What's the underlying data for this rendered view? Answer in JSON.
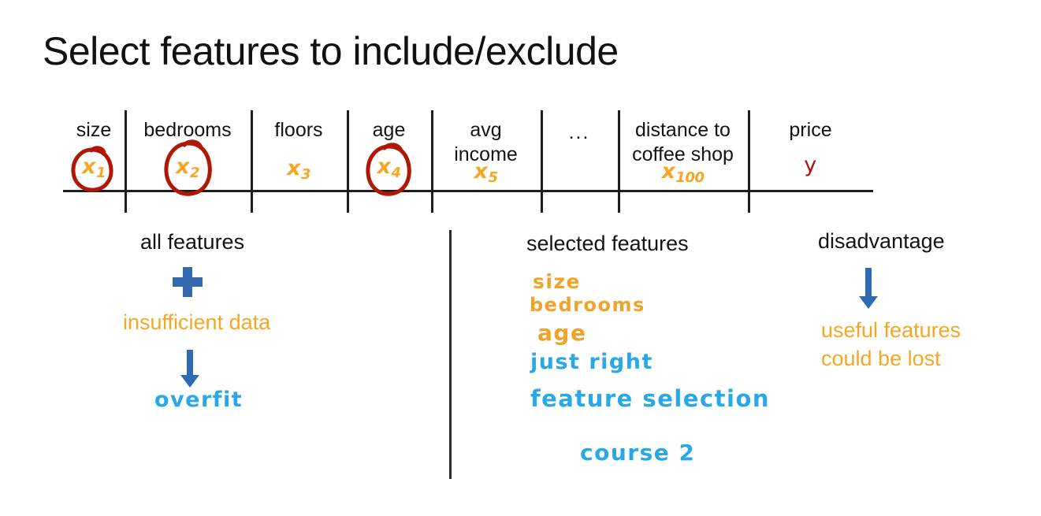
{
  "slide": {
    "title": "Select features to include/exclude"
  },
  "feature_table": {
    "columns": [
      {
        "label": "size",
        "variable": "x",
        "subscript": "1",
        "circled": true,
        "is_target": false
      },
      {
        "label": "bedrooms",
        "variable": "x",
        "subscript": "2",
        "circled": true,
        "is_target": false
      },
      {
        "label": "floors",
        "variable": "x",
        "subscript": "3",
        "circled": false,
        "is_target": false
      },
      {
        "label": "age",
        "variable": "x",
        "subscript": "4",
        "circled": true,
        "is_target": false
      },
      {
        "label": "avg income",
        "variable": "x",
        "subscript": "5",
        "circled": false,
        "is_target": false
      },
      {
        "label": "...",
        "variable": "",
        "subscript": "",
        "circled": false,
        "is_target": false
      },
      {
        "label": "distance to coffee shop",
        "variable": "x",
        "subscript": "100",
        "circled": false,
        "is_target": false
      },
      {
        "label": "price",
        "variable": "y",
        "subscript": "",
        "circled": false,
        "is_target": true
      }
    ]
  },
  "left_block": {
    "heading": "all features",
    "operator_icon": "plus-icon",
    "consequence": "insufficient data",
    "arrow_icon": "arrow-down-icon",
    "result": "overfit"
  },
  "middle_block": {
    "heading": "selected features",
    "features": [
      "size",
      "bedrooms",
      "age"
    ],
    "verdict": "just right",
    "topic": "feature selection",
    "reference": "course 2"
  },
  "right_block": {
    "heading": "disadvantage",
    "arrow_icon": "arrow-down-icon",
    "consequence_line1": "useful features",
    "consequence_line2": "could be lost"
  },
  "colors": {
    "orange": "#F5A623",
    "hand_orange": "#F0A22A",
    "hand_blue": "#29A8E8",
    "arrow_blue": "#2E6BB0",
    "plus_blue": "#3269AF",
    "target_red": "#A81507",
    "circle_red": "#B01705",
    "ink_black": "#141414"
  }
}
